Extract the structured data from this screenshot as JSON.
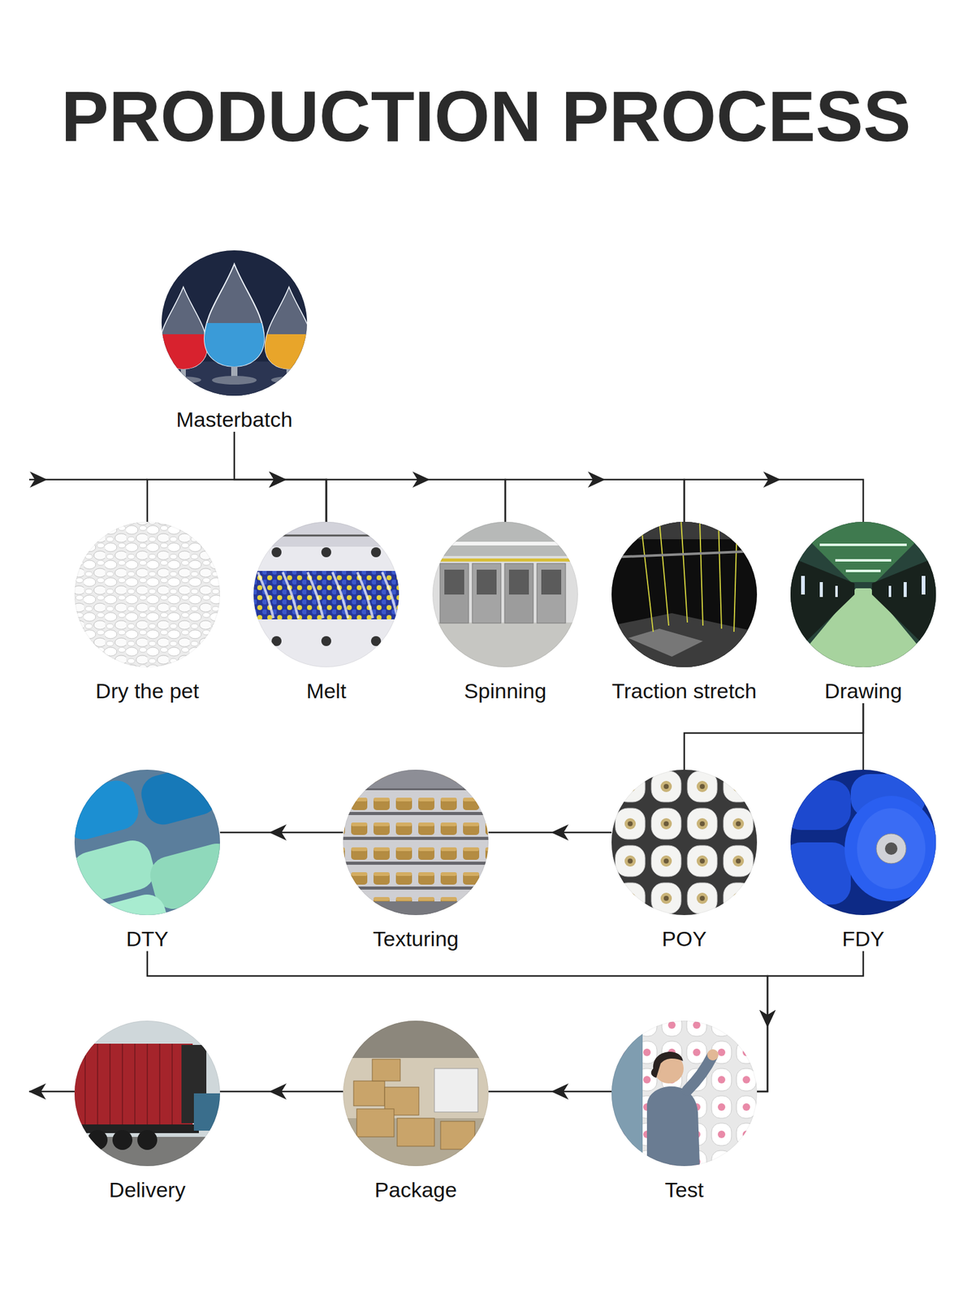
{
  "diagram": {
    "title": "PRODUCTION PROCESS",
    "nodes": [
      {
        "text": [
          "Masterbatch"
        ]
      },
      {
        "text": [
          "Dry the pet"
        ]
      },
      {
        "text": [
          "Melt"
        ]
      },
      {
        "text": [
          "Spinning"
        ]
      },
      {
        "text": [
          "Traction stretch"
        ]
      },
      {
        "text": [
          "Drawing"
        ]
      },
      {
        "text": [
          "DTY"
        ]
      },
      {
        "text": [
          "Texturing"
        ]
      },
      {
        "text": [
          "POY"
        ]
      },
      {
        "text": [
          "FDY"
        ]
      },
      {
        "text": [
          "Delivery"
        ]
      },
      {
        "text": [
          "Package"
        ]
      },
      {
        "text": [
          "Test"
        ]
      }
    ],
    "edges": [
      {
        "from": 1,
        "to": 2,
        "arrow": "to"
      },
      {
        "from": 0,
        "to": 2,
        "arrow": "to"
      },
      {
        "from": 2,
        "to": 3,
        "arrow": "to"
      },
      {
        "from": 3,
        "to": 4,
        "arrow": "to"
      },
      {
        "from": 4,
        "to": 5,
        "arrow": "to"
      },
      {
        "from": 5,
        "to": 8,
        "arrow": "none"
      },
      {
        "from": 5,
        "to": 9,
        "arrow": "none"
      },
      {
        "from": 8,
        "to": 7,
        "arrow": "to"
      },
      {
        "from": 7,
        "to": 6,
        "arrow": "to"
      },
      {
        "from": 6,
        "to": 12,
        "arrow": "to"
      },
      {
        "from": 9,
        "to": 12,
        "arrow": "to"
      },
      {
        "from": 12,
        "to": 11,
        "arrow": "to"
      },
      {
        "from": 11,
        "to": 10,
        "arrow": "to"
      }
    ]
  }
}
